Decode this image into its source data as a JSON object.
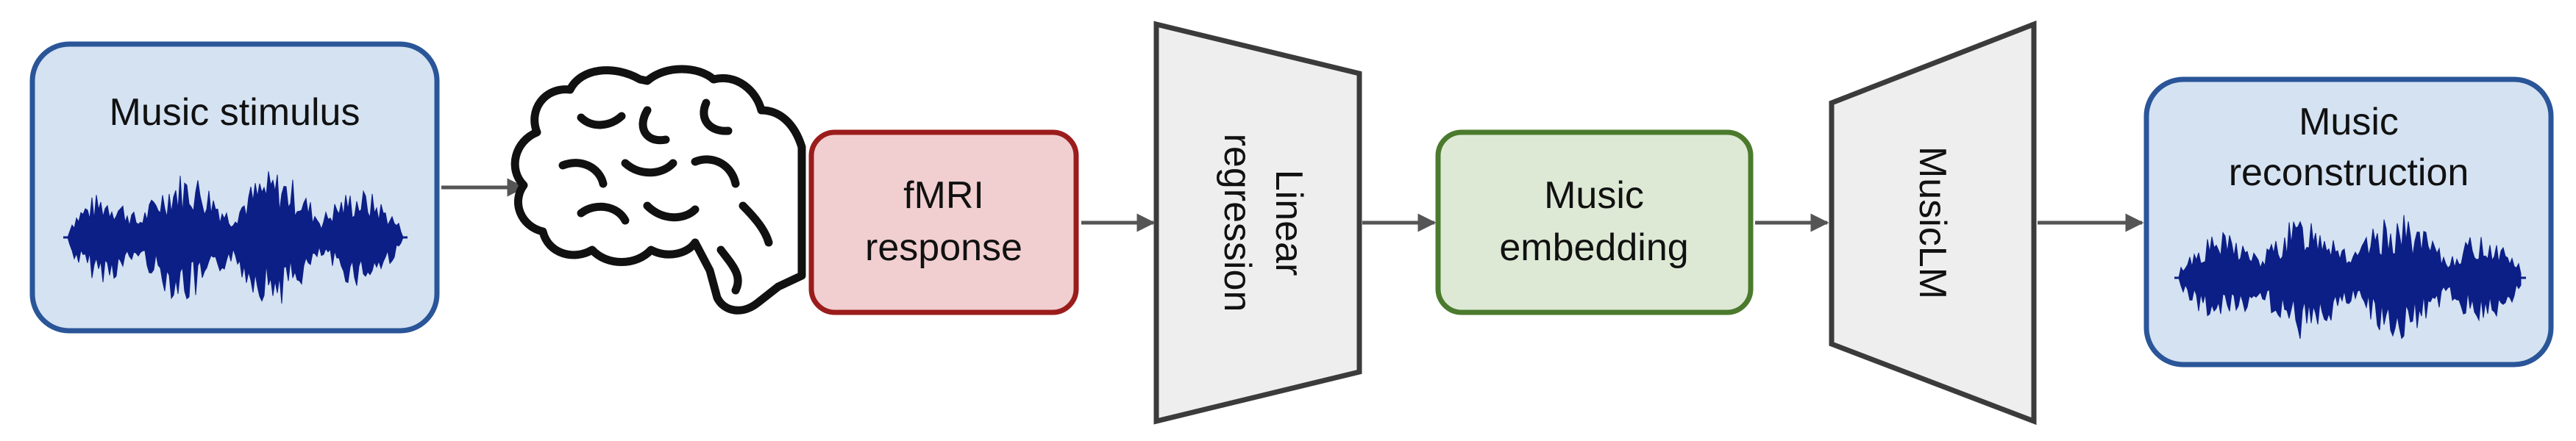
{
  "stimulus": {
    "label": "Music stimulus"
  },
  "fmri": {
    "line1": "fMRI",
    "line2": "response"
  },
  "regression": {
    "line1": "Linear",
    "line2": "regression"
  },
  "embedding": {
    "line1": "Music",
    "line2": "embedding"
  },
  "model": {
    "label": "MusicLM"
  },
  "reconstruction": {
    "line1": "Music",
    "line2": "reconstruction"
  },
  "colors": {
    "blue_fill": "#d4e2f2",
    "blue_stroke": "#2a5598",
    "red_fill": "#f1cfd0",
    "red_stroke": "#9b1c1c",
    "green_fill": "#dde9d5",
    "green_stroke": "#4b7a2d",
    "gray_fill": "#eeeeee",
    "gray_stroke": "#3b3b3b",
    "waveform": "#0c1f86",
    "arrow": "#555555"
  },
  "icons": [
    "brain-icon",
    "waveform-icon"
  ]
}
